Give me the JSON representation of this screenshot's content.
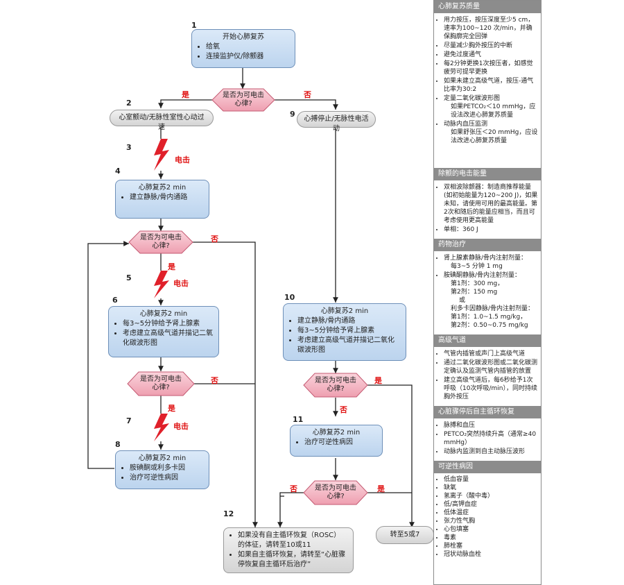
{
  "flow": {
    "nums": [
      "1",
      "2",
      "3",
      "4",
      "5",
      "6",
      "7",
      "8",
      "9",
      "10",
      "11",
      "12"
    ],
    "start": {
      "title": "开始心肺复苏",
      "items": [
        "给氧",
        "连接监护仪/除颤器"
      ]
    },
    "d1": {
      "text": "是否为可电击心律?",
      "yes": "是",
      "no": "否"
    },
    "vf": "心室颤动/无脉性室性心动过速",
    "asys": "心搏停止/无脉性电活动",
    "shock": "电击",
    "cpr4": {
      "title": "心肺复苏2 min",
      "items": [
        "建立静脉/骨内通路"
      ]
    },
    "d2": {
      "text": "是否为可电击心律?",
      "yes": "是",
      "no": "否"
    },
    "cpr6": {
      "title": "心肺复苏2 min",
      "items": [
        "每3~5分钟给予肾上腺素",
        "考虑建立高级气道并描记二氧化碳波形图"
      ]
    },
    "d3": {
      "text": "是否为可电击心律?",
      "yes": "是",
      "no": "否"
    },
    "cpr8": {
      "title": "心肺复苏2 min",
      "items": [
        "胺碘酮或利多卡因",
        "治疗可逆性病因"
      ]
    },
    "cpr10": {
      "title": "心肺复苏2 min",
      "items": [
        "建立静脉/骨内通路",
        "每3~5分钟给予肾上腺素",
        "考虑建立高级气道并描记二氧化碳波形图"
      ]
    },
    "d4": {
      "text": "是否为可电击心律?",
      "yes": "是",
      "no": "否"
    },
    "cpr11": {
      "title": "心肺复苏2 min",
      "items": [
        "治疗可逆性病因"
      ]
    },
    "d5": {
      "text": "是否为可电击心律?",
      "yes": "是",
      "no": "否"
    },
    "end12": {
      "items": [
        "如果没有自主循环恢复（ROSC）的体征，请转至10或11",
        "如果自主循环恢复，请转至“心脏骤停恢复自主循环后治疗”"
      ]
    },
    "goto": "转至5或7"
  },
  "panel": {
    "s1": {
      "title": "心肺复苏质量",
      "items": [
        "用力按压，按压深度至少5 cm，速率为100~120 次/min，并确保胸廓完全回弹",
        "尽量减少胸外按压的中断",
        "避免过度通气",
        "每2分钟更换1次按压者，如感觉疲劳可提早更换",
        "如果未建立高级气道，按压-通气比率为30:2",
        "定量二氧化碳波形图",
        "动脉内血压监测"
      ],
      "sub1": "如果PETCO₂＜10 mmHg，应设法改进心肺复苏质量",
      "sub2": "如果舒张压＜20 mmHg，应设法改进心肺复苏质量"
    },
    "s2": {
      "title": "除颤的电击能量",
      "items": [
        "双相波除颤器：制造商推荐能量(如初始能量为120~200 J)，如果未知，请使用可用的最高能量。第2次和随后的能量应相当，而且可考虑使用更高能量",
        "单相：360 J"
      ]
    },
    "s3": {
      "title": "药物治疗",
      "items": [
        "肾上腺素静脉/骨内注射剂量：",
        "胺碘酮静脉/骨内注射剂量："
      ],
      "epi": "每3~5 分钟 1 mg",
      "ami1": "第1剂：300 mg，",
      "ami2": "第2剂：150 mg",
      "or": "或",
      "lido": "利多卡因静脉/骨内注射剂量：",
      "lido1": "第1剂：1.0~1.5 mg/kg，",
      "lido2": "第2剂：0.50~0.75 mg/kg"
    },
    "s4": {
      "title": "高级气道",
      "items": [
        "气管内插管或声门上高级气道",
        "通过二氧化碳波形图或二氧化碳测定确认及监测气管内插管的放置",
        "建立高级气道后，每6秒给予1次呼吸（10次呼吸/min），同时持续胸外按压"
      ]
    },
    "s5": {
      "title": "心脏骤停后自主循环恢复",
      "items": [
        "脉搏和血压",
        "PETCO₂突然持续升高（通常≥40 mmHg）",
        "动脉内监测到自主动脉压波形"
      ]
    },
    "s6": {
      "title": "可逆性病因",
      "items": [
        "低血容量",
        "缺氧",
        "氢离子（酸中毒）",
        "低/高钾血症",
        "低体温症",
        "张力性气胸",
        "心包填塞",
        "毒素",
        "肺栓塞",
        "冠状动脉血栓"
      ]
    }
  },
  "colors": {
    "box": "#bcd4ee",
    "diamond": "#f4b8c4",
    "shock": "#e0202a",
    "panel_header": "#8c8c8c"
  }
}
